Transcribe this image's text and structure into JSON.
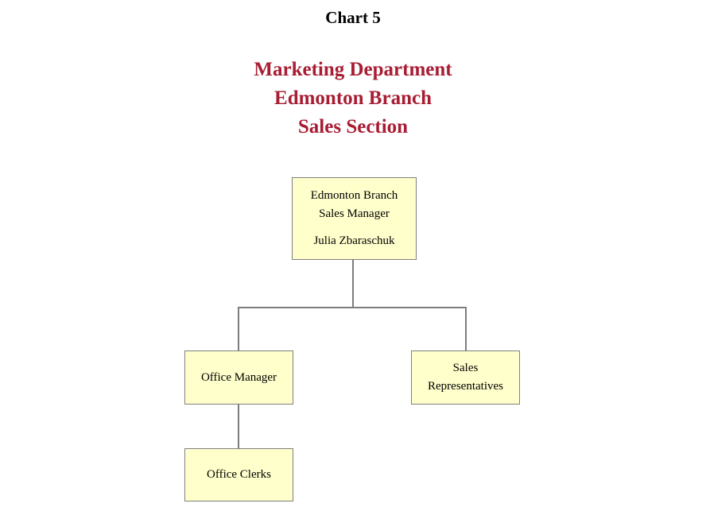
{
  "page": {
    "background_color": "#ffffff",
    "chart_label": "Chart 5"
  },
  "heading": {
    "line1": "Marketing Department",
    "line2": "Edmonton Branch",
    "line3": "Sales Section",
    "color": "#a81d33"
  },
  "org_chart": {
    "box_fill_color": "#ffffcc",
    "box_border_color": "#7f7f7f",
    "connector_color": "#7d7d7d",
    "nodes": {
      "manager": {
        "title_line1": "Edmonton Branch",
        "title_line2": "Sales Manager",
        "person": "Julia Zbaraschuk"
      },
      "office_manager": {
        "label": "Office Manager"
      },
      "sales_reps": {
        "label_line1": "Sales",
        "label_line2": "Representatives"
      },
      "office_clerks": {
        "label": "Office Clerks"
      }
    }
  }
}
